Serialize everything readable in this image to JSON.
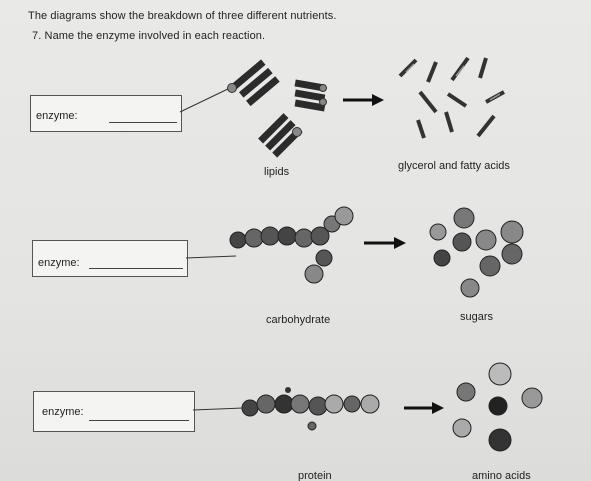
{
  "header": {
    "intro": "The diagrams show the breakdown of three different nutrients.",
    "question": "7.  Name the enzyme involved in each reaction."
  },
  "reactions": [
    {
      "enzyme_label": "enzyme:",
      "substrate": "lipids",
      "product": "glycerol and fatty acids"
    },
    {
      "enzyme_label": "enzyme:",
      "substrate": "carbohydrate",
      "product": "sugars"
    },
    {
      "enzyme_label": "enzyme:",
      "substrate": "protein",
      "product": "amino acids"
    }
  ],
  "icons": {
    "arrow": "right-arrow-icon",
    "lipid": "lipid-molecule-icon",
    "fatty_acids": "fatty-acid-icon",
    "carbohydrate": "carbohydrate-chain-icon",
    "sugars": "sugar-molecule-icon",
    "protein": "protein-chain-icon",
    "amino_acids": "amino-acid-icon"
  }
}
